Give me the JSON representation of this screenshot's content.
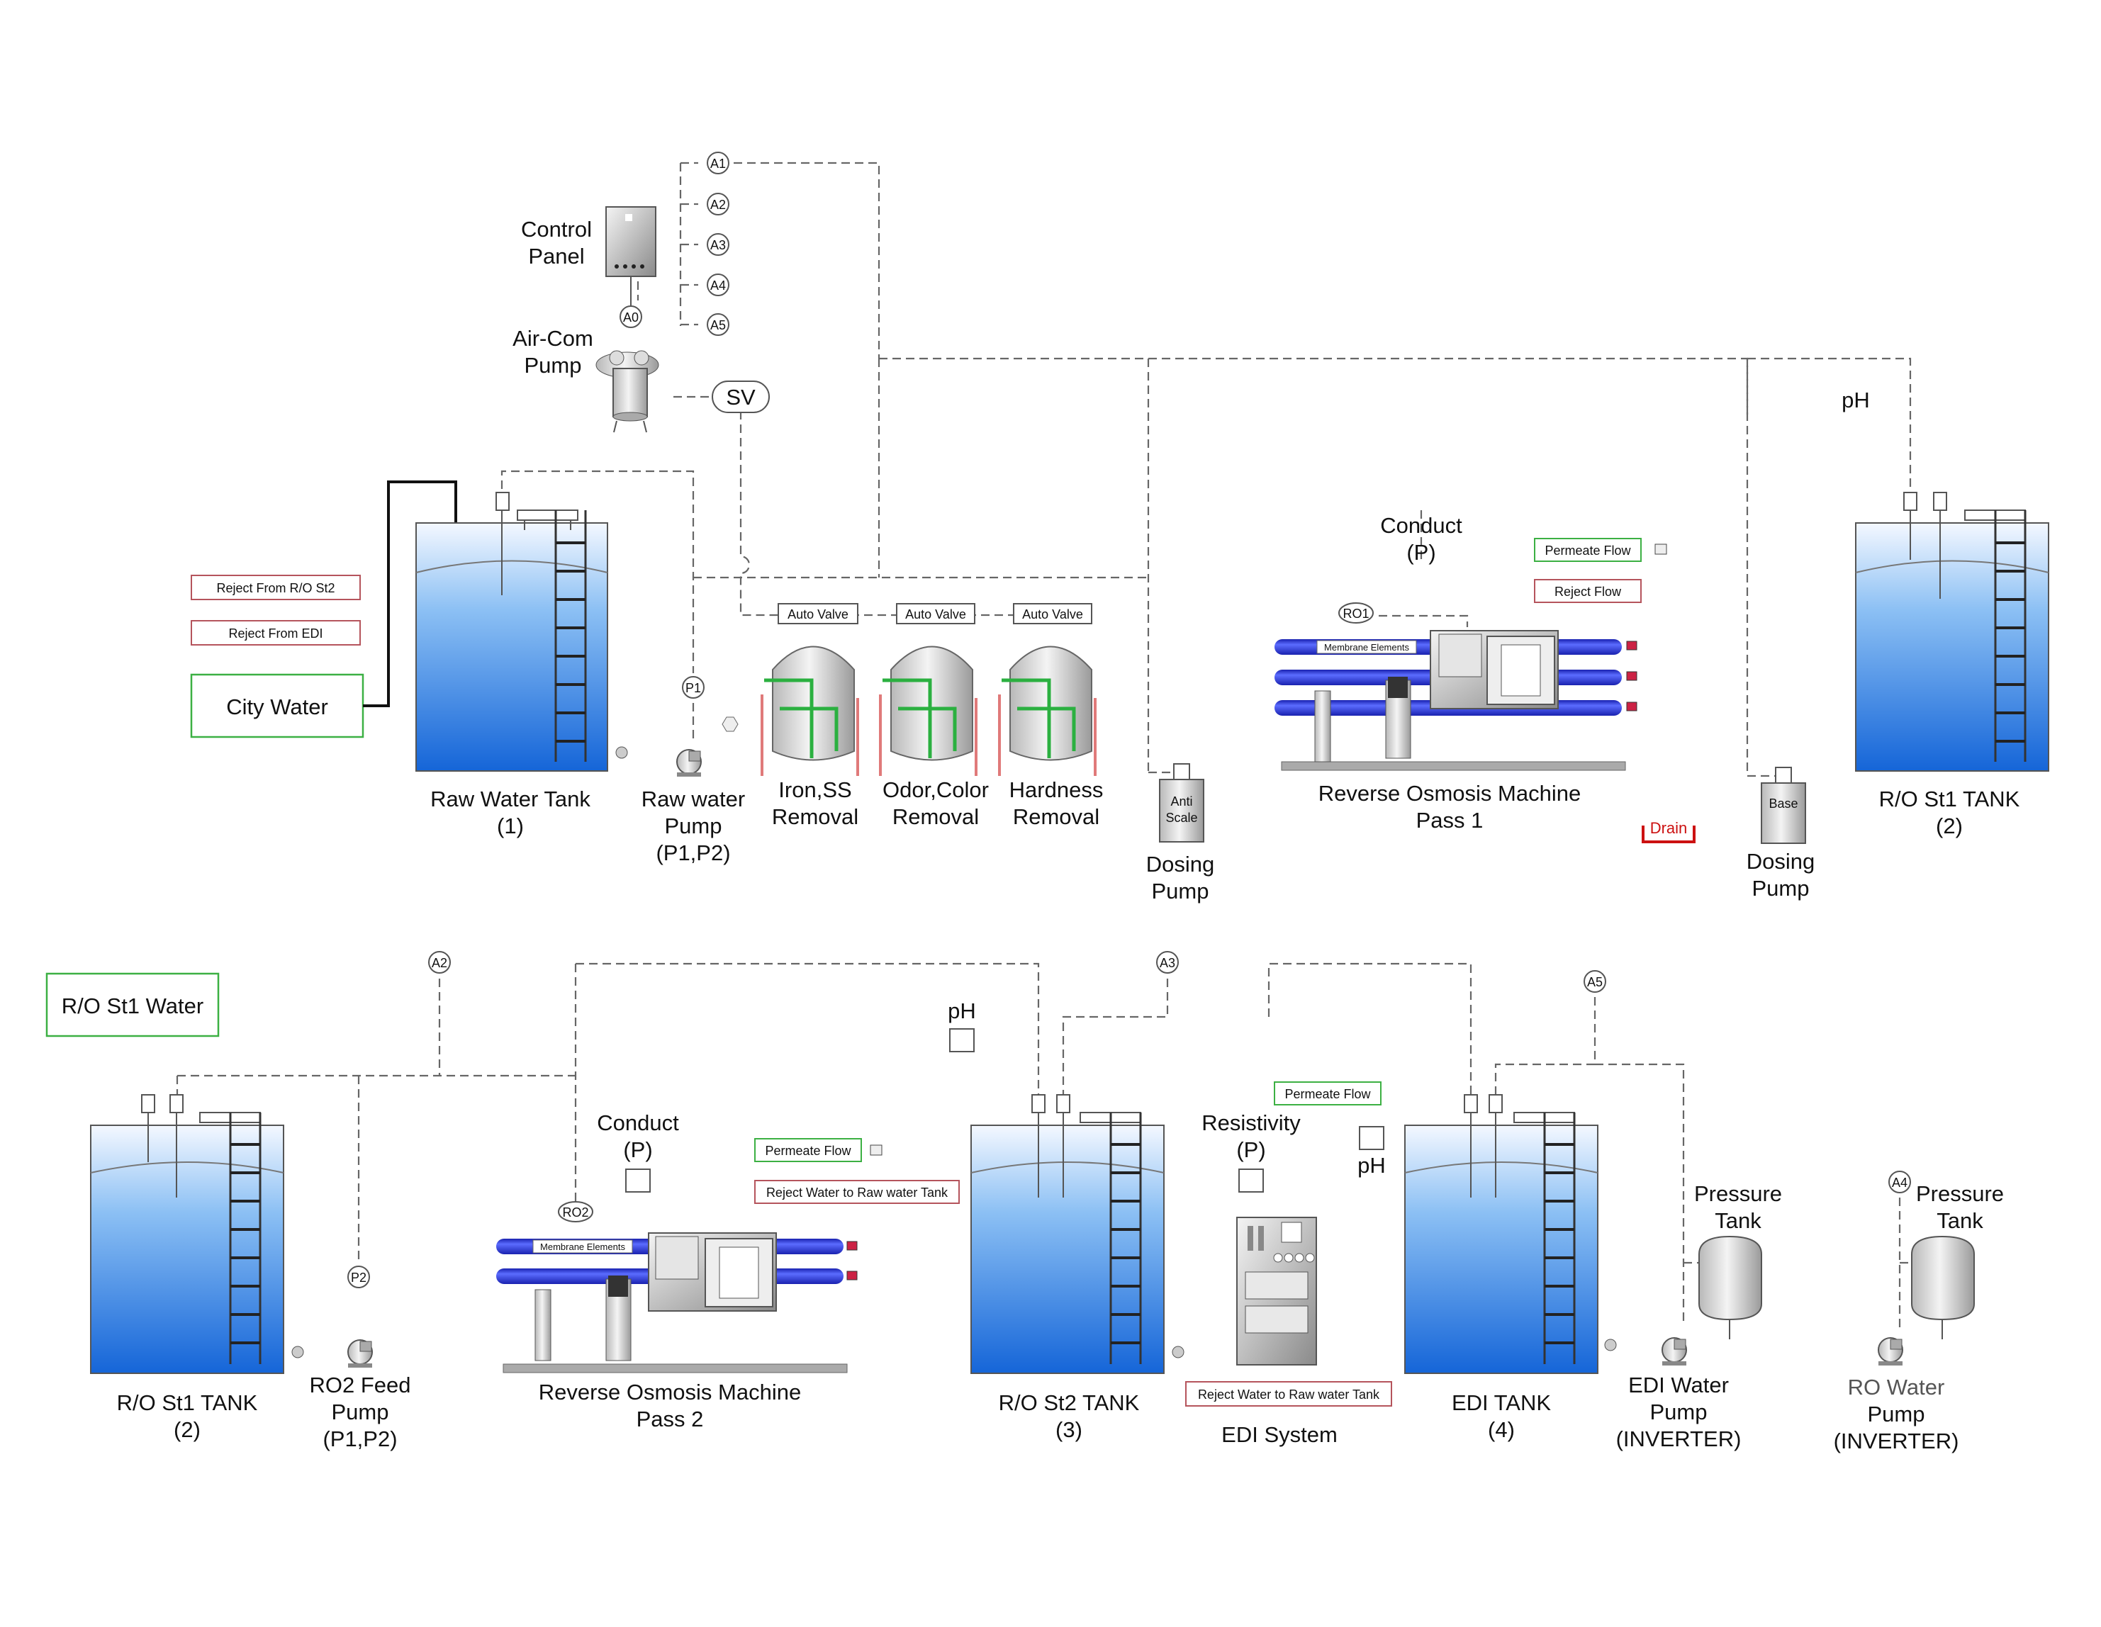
{
  "labels": {
    "control_panel": [
      "Control",
      "Panel"
    ],
    "air_com_pump": [
      "Air-Com",
      "Pump"
    ],
    "sv": "SV",
    "raw_water_tank": [
      "Raw Water Tank",
      "(1)"
    ],
    "raw_water_pump": [
      "Raw water",
      "Pump",
      "(P1,P2)"
    ],
    "iron_ss": [
      "Iron,SS",
      "Removal"
    ],
    "odor_color": [
      "Odor,Color",
      "Removal"
    ],
    "hardness": [
      "Hardness",
      "Removal"
    ],
    "dosing_pump_1": [
      "Dosing",
      "Pump"
    ],
    "dosing_pump_2": [
      "Dosing",
      "Pump"
    ],
    "ro_pass1": [
      "Reverse Osmosis Machine",
      "Pass 1"
    ],
    "ro_st1_tank_top": [
      "R/O St1 TANK",
      "(2)"
    ],
    "ro_st1_tank_bottom": [
      "R/O St1 TANK",
      "(2)"
    ],
    "ro2_feed_pump": [
      "RO2 Feed",
      "Pump",
      "(P1,P2)"
    ],
    "ro_pass2": [
      "Reverse Osmosis Machine",
      "Pass 2"
    ],
    "ro_st2_tank": [
      "R/O St2 TANK",
      "(3)"
    ],
    "edi_system": "EDI System",
    "edi_tank": [
      "EDI TANK",
      "(4)"
    ],
    "edi_water_pump": [
      "EDI Water",
      "Pump",
      "(INVERTER)"
    ],
    "ro_water_pump": [
      "RO Water",
      "Pump",
      "(INVERTER)"
    ],
    "pressure_tank_1": [
      "Pressure",
      "Tank"
    ],
    "pressure_tank_2": [
      "Pressure",
      "Tank"
    ],
    "conduct_p1": [
      "Conduct",
      "(P)"
    ],
    "conduct_p2": [
      "Conduct",
      "(P)"
    ],
    "resistivity": [
      "Resistivity",
      "(P)"
    ],
    "ph_top": "pH",
    "ph_mid": "pH",
    "ph_edi": "pH",
    "drain": "Drain",
    "anti_scale": [
      "Anti",
      "Scale"
    ],
    "base": "Base",
    "membrane_elements": "Membrane  Elements"
  },
  "boxes": {
    "reject_from_ro_st2": "Reject From R/O St2",
    "reject_from_edi": "Reject From EDI",
    "city_water": "City Water",
    "ro_st1_water": "R/O St1 Water",
    "permeate_flow_1": "Permeate Flow",
    "reject_flow_1": "Reject Flow",
    "permeate_flow_2": "Permeate Flow",
    "reject_water_2": "Reject Water to Raw water Tank",
    "permeate_flow_edi": "Permeate Flow",
    "reject_water_edi": "Reject Water to Raw water Tank",
    "auto_valve_1": "Auto Valve",
    "auto_valve_2": "Auto Valve",
    "auto_valve_3": "Auto Valve"
  },
  "tags": {
    "a0": "A0",
    "a1": "A1",
    "a2": "A2",
    "a3": "A3",
    "a4": "A4",
    "a5": "A5",
    "a2b": "A2",
    "a3b": "A3",
    "a5b": "A5",
    "a4b": "A4",
    "p1": "P1",
    "p2": "P2",
    "ro1": "RO1",
    "ro2": "RO2"
  },
  "colors": {
    "water_top": "#ffffff",
    "water_bottom": "#1a6fd6",
    "membrane": "#2b3bd8",
    "green_box": "#3cb043",
    "red_box": "#b5545c",
    "drain": "#cc1111"
  }
}
